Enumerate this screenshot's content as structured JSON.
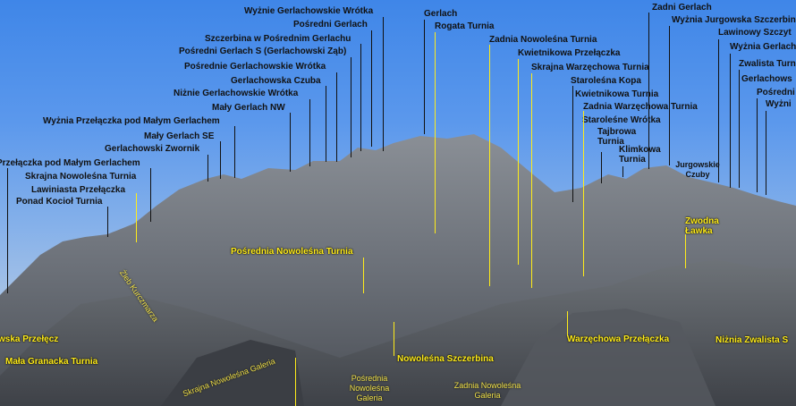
{
  "labels": {
    "wyzniegerl_wrotka": "Wyżnie Gerlachowskie Wrótka",
    "posredni_gerlach": "Pośredni Gerlach",
    "szczerbina": "Szczerbina w Pośrednim Gerlachu",
    "posredni_gerlach_s": "Pośredni Gerlach S (Gerlachowski Ząb)",
    "posrednie_wrotka": "Pośrednie Gerlachowskie Wrótka",
    "gerl_czuba": "Gerlachowska Czuba",
    "nizne_wrotka": "Niżnie Gerlachowskie Wrótka",
    "maly_gerlach_nw": "Mały Gerlach NW",
    "wyzn_przel_malym": "Wyżnia Przełączka pod Małym Gerlachem",
    "maly_gerlach_se": "Mały Gerlach SE",
    "gerl_zwornik": "Gerlachowski Zwornik",
    "przel_malym": "Przełączka pod Małym Gerlachem",
    "skrajna_nowoles": "Skrajna Nowoleśna Turnia",
    "lawiniasta": "Lawiniasta Przełączka",
    "ponad_kociol": "Ponad Kocioł Turnia",
    "gerlach": "Gerlach",
    "rogata": "Rogata Turnia",
    "zadnia_nowoles": "Zadnia Nowoleśna Turnia",
    "kwietnikowa_przel": "Kwietnikowa Przełączka",
    "skrajna_warz": "Skrajna Warzęchowa Turnia",
    "staroles_kopa": "Staroleśna Kopa",
    "kwietnikowa_turnia": "Kwietnikowa Turnia",
    "zadnia_warz": "Zadnia Warzęchowa Turnia",
    "staroles_wrotka": "Staroleśne Wrótka",
    "tajbrowa": "Tajbrowa Turnia",
    "klimkowa": "Klimkowa Turnia",
    "zadni_gerlach": "Zadni Gerlach",
    "wyzn_jurg": "Wyżnia Jurgowska Szczerbina",
    "lawinowy": "Lawinowy Szczyt",
    "wyzn_gerlach_r": "Wyżnia Gerlach",
    "zwalista": "Zwalista Turnia",
    "gerlachows_r": "Gerlachows",
    "posredni_r": "Pośredni",
    "wyzni_r": "Wyżni",
    "jurgowskie": "Jurgowskie Czuby",
    "posr_nowoles_turnia": "Pośrednia Nowoleśna Turnia",
    "zwodna": "Zwodna Ławka",
    "grzbiet": "Żleb Kurczmarza",
    "wska_przel": "wska Przełęcz",
    "mala_granacka": "Mała Granacka Turnia",
    "nowoles_szczerbina": "Nowoleśna Szczerbina",
    "warz_przel": "Warzęchowa Przełączka",
    "nizn_zwalista": "Niżnia Zwalista S",
    "skrajna_galeria": "Skrajna Nowoleśna Galeria",
    "posr_galeria": "Pośrednia Nowoleśna Galeria",
    "zadnia_galeria": "Zadnia Nowoleśna Galeria"
  },
  "colors": {
    "sky": "#4a8ce8",
    "label_dark": "#111111",
    "label_yellow": "#ffec1a"
  }
}
